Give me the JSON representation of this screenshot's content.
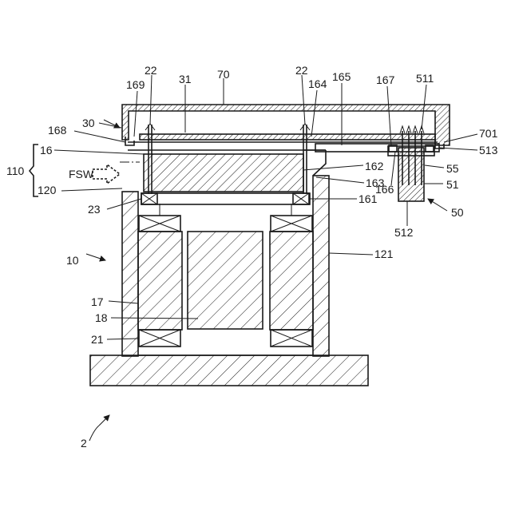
{
  "figure": {
    "labels": {
      "l22a": "22",
      "l22b": "22",
      "l31": "31",
      "l70": "70",
      "l164": "164",
      "l165": "165",
      "l167": "167",
      "l511": "511",
      "l169": "169",
      "l30": "30",
      "l168": "168",
      "l701": "701",
      "l16": "16",
      "l513": "513",
      "l110": "110",
      "lFSW": "FSW",
      "l162": "162",
      "l55": "55",
      "l163": "163",
      "l166": "166",
      "l51": "51",
      "l120": "120",
      "l161": "161",
      "l23": "23",
      "l50": "50",
      "l512": "512",
      "l10": "10",
      "l121": "121",
      "l17": "17",
      "l18": "18",
      "l21": "21",
      "l2": "2"
    }
  }
}
